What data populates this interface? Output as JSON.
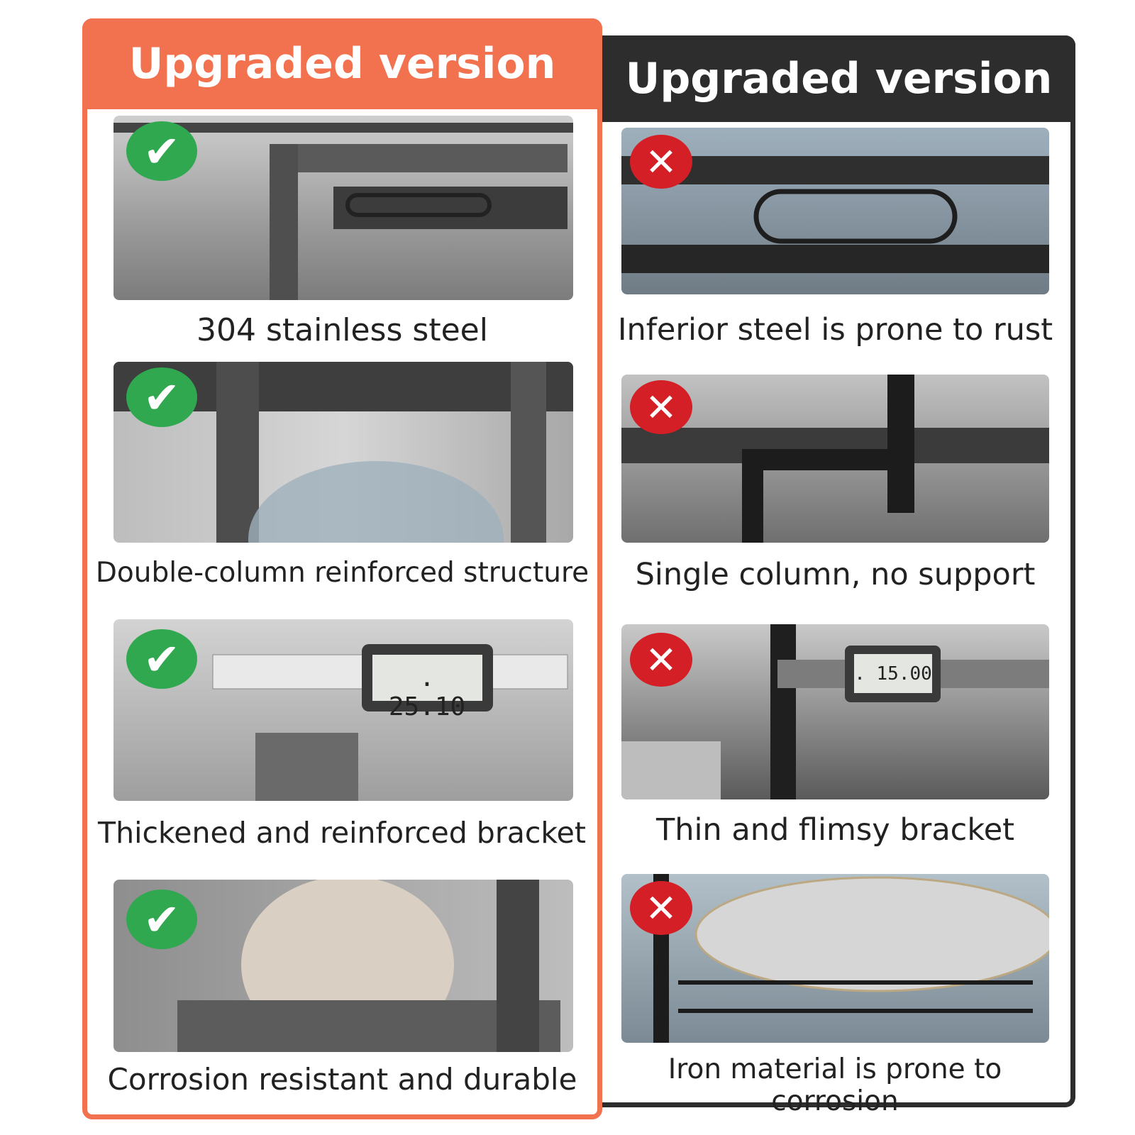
{
  "left": {
    "header": "Upgraded version",
    "items": [
      {
        "caption": "304 stainless steel",
        "icon": "check-icon"
      },
      {
        "caption": "Double-column reinforced structure",
        "icon": "check-icon"
      },
      {
        "caption": "Thickened and reinforced bracket",
        "icon": "check-icon",
        "caliper_reading": ". 25.10"
      },
      {
        "caption": "Corrosion resistant and durable",
        "icon": "check-icon"
      }
    ]
  },
  "right": {
    "header": "Upgraded version",
    "items": [
      {
        "caption": "Inferior steel is prone to rust",
        "icon": "cross-icon"
      },
      {
        "caption": "Single column, no support",
        "icon": "cross-icon"
      },
      {
        "caption": "Thin and flimsy bracket",
        "icon": "cross-icon",
        "caliper_reading": ". 15.00"
      },
      {
        "caption": "Iron material is prone to corrosion",
        "icon": "cross-icon"
      }
    ]
  },
  "colors": {
    "accent": "#f2714f",
    "dark": "#2d2d2d",
    "check": "#2fa84f",
    "cross": "#d41f26"
  }
}
